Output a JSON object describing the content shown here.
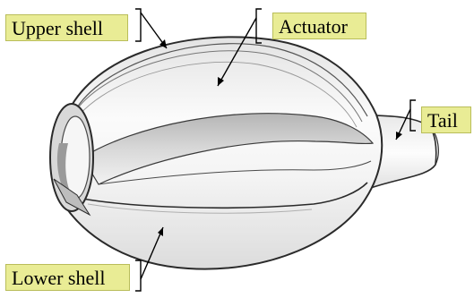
{
  "labels": {
    "upper_shell": "Upper shell",
    "actuator": "Actuator",
    "tail": "Tail",
    "lower_shell": "Lower shell"
  },
  "colors": {
    "label_background": "#e9ec95",
    "label_border": "#b9bd5a",
    "outline": "#2a2a2a",
    "shell_fill": "#f2f2f2",
    "shadow": "#c8c8c8"
  }
}
